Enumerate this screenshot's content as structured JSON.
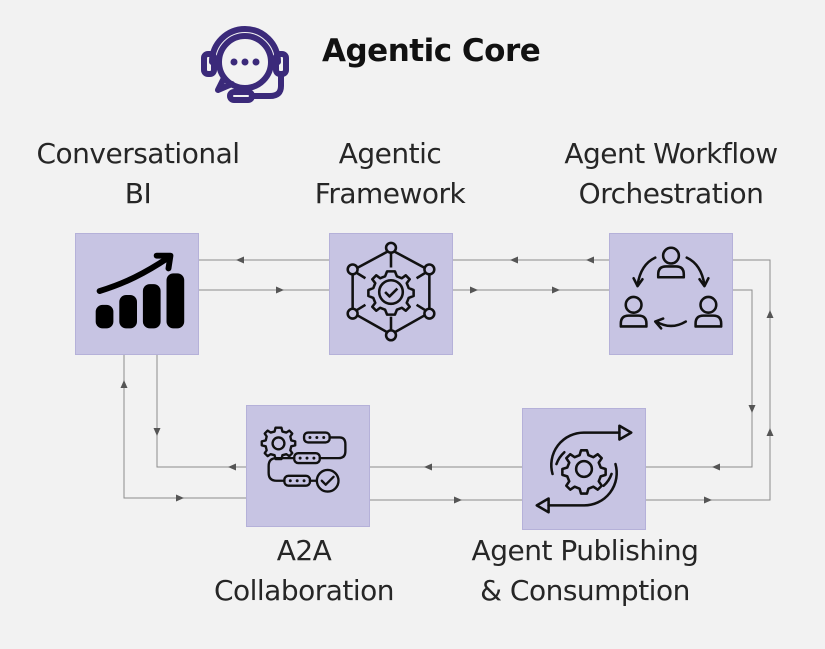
{
  "header": {
    "title": "Agentic Core",
    "icon": "headset-chat-icon"
  },
  "nodes": [
    {
      "id": "conversational-bi",
      "label_lines": [
        "Conversational",
        "BI"
      ],
      "icon": "bar-chart-growth-icon"
    },
    {
      "id": "agentic-framework",
      "label_lines": [
        "Agentic",
        "Framework"
      ],
      "icon": "gear-network-icon"
    },
    {
      "id": "agent-workflow-orchestration",
      "label_lines": [
        "Agent Workflow",
        "Orchestration"
      ],
      "icon": "people-cycle-icon"
    },
    {
      "id": "a2a-collaboration",
      "label_lines": [
        "A2A",
        "Collaboration"
      ],
      "icon": "gear-workflow-check-icon"
    },
    {
      "id": "agent-publishing-consumption",
      "label_lines": [
        "Agent Publishing",
        "& Consumption"
      ],
      "icon": "gear-cycle-arrows-icon"
    }
  ],
  "colors": {
    "node_fill": "#c7c4e3",
    "icon_accent": "#3b2a7a",
    "connector": "#8c8c8c",
    "background": "#f2f2f2"
  }
}
